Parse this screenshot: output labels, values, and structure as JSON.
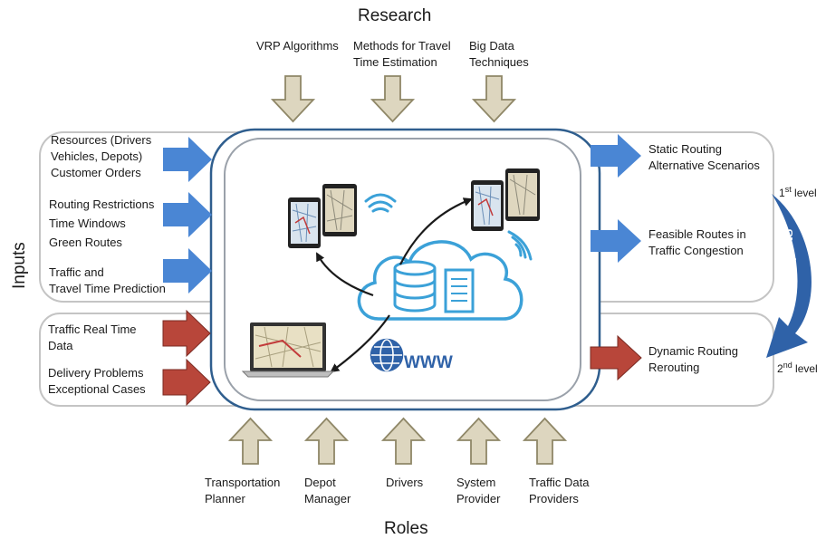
{
  "research": {
    "heading": "Research",
    "items": [
      {
        "line1": "VRP Algorithms",
        "line2": ""
      },
      {
        "line1": "Methods for Travel",
        "line2": "Time Estimation"
      },
      {
        "line1": "Big Data",
        "line2": "Techniques"
      }
    ]
  },
  "roles": {
    "heading": "Roles",
    "items": [
      {
        "line1": "Transportation",
        "line2": "Planner"
      },
      {
        "line1": "Depot",
        "line2": "Manager"
      },
      {
        "line1": "Drivers",
        "line2": ""
      },
      {
        "line1": "System",
        "line2": "Provider"
      },
      {
        "line1": "Traffic Data",
        "line2": "Providers"
      }
    ]
  },
  "inputs": {
    "heading": "Inputs",
    "blue": [
      {
        "lines": [
          "Resources (Drivers",
          "Vehicles, Depots)",
          "Customer Orders"
        ]
      },
      {
        "lines": [
          "Routing Restrictions",
          "Time Windows",
          "Green Routes"
        ]
      },
      {
        "lines": [
          "Traffic and",
          "Travel Time Prediction"
        ]
      }
    ],
    "red": [
      {
        "lines": [
          "Traffic Real Time",
          "Data"
        ]
      },
      {
        "lines": [
          "Delivery Problems",
          "Exceptional Cases"
        ]
      }
    ]
  },
  "outputs": {
    "heading": "Outputs",
    "blue": [
      {
        "lines": [
          "Static Routing",
          "Alternative Scenarios"
        ]
      },
      {
        "lines": [
          "Feasible Routes in",
          "Traffic Congestion"
        ]
      }
    ],
    "red": [
      {
        "lines": [
          "Dynamic Routing",
          "Rerouting"
        ]
      }
    ],
    "level1": {
      "num": "1",
      "sup": "st",
      "word": " level"
    },
    "level2": {
      "num": "2",
      "sup": "nd",
      "word": " level"
    }
  },
  "center": {
    "www_label": "WWW"
  },
  "colors": {
    "beige_arrow": "#ddd6bf",
    "beige_stroke": "#8f8767",
    "blue_arrow": "#4a86d4",
    "red_arrow": "#b8463a",
    "panel_border": "#c4c4c4",
    "center_border": "#2f5e8e",
    "cloud_stroke": "#3ba1d8",
    "curve_arrow": "#2f62a8"
  },
  "icons": [
    "tablet-icon",
    "smartphone-icon",
    "wifi-icon",
    "cloud-icon",
    "database-icon",
    "server-icon",
    "laptop-icon",
    "globe-icon",
    "curved-arrow-icon"
  ]
}
